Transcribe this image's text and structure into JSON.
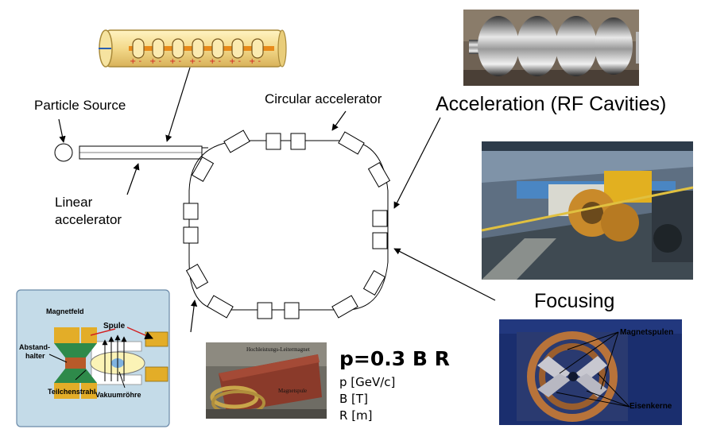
{
  "labels": {
    "particle_source": "Particle Source",
    "circular_accelerator": "Circular accelerator",
    "linear_accelerator_line1": "Linear",
    "linear_accelerator_line2": "accelerator",
    "acceleration": "Acceleration (RF Cavities)",
    "focusing": "Focusing"
  },
  "formula": {
    "equation": "p=0.3 B R",
    "units": [
      "p [GeV/c]",
      "B [T]",
      "R [m]"
    ]
  },
  "dipole_diagram": {
    "magnetfeld": "Magnetfeld",
    "spule": "Spule",
    "abstandhalter_line1": "Abstand-",
    "abstandhalter_line2": "halter",
    "teilchenstrahl": "Teilchenstrahl",
    "vakuumroehre": "Vakuumröhre"
  },
  "quad_photo": {
    "magnetspulen": "Magnetspulen",
    "eisenkerne": "Eisenkerne"
  },
  "colors": {
    "rod_fill": "#f5dc8c",
    "charge_red": "#d22020",
    "diagram_bg": "#c4dbe8",
    "coil_gold": "#e3ad28",
    "beam_pipe": "#fbf3b6"
  }
}
